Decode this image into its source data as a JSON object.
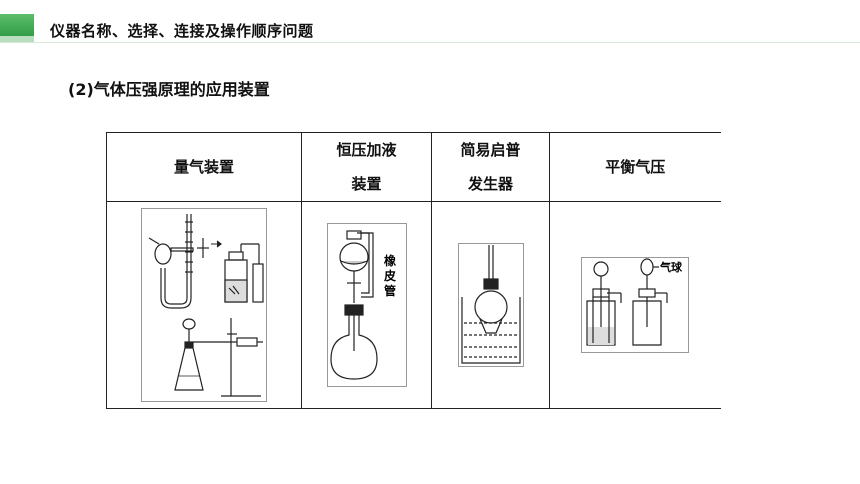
{
  "header": {
    "title": "仪器名称、选择、连接及操作顺序问题",
    "accent_color": "#3aa54f"
  },
  "section": {
    "subtitle": "(2)气体压强原理的应用装置"
  },
  "table": {
    "columns": [
      {
        "line1": "量气装置",
        "line2": ""
      },
      {
        "line1": "恒压加液",
        "line2": "装置"
      },
      {
        "line1": "简易启普",
        "line2": "发生器"
      },
      {
        "line1": "平衡气压",
        "line2": ""
      }
    ],
    "figure_labels": {
      "rubber_tube": [
        "橡",
        "皮",
        "管"
      ],
      "balloon": "气球"
    }
  }
}
